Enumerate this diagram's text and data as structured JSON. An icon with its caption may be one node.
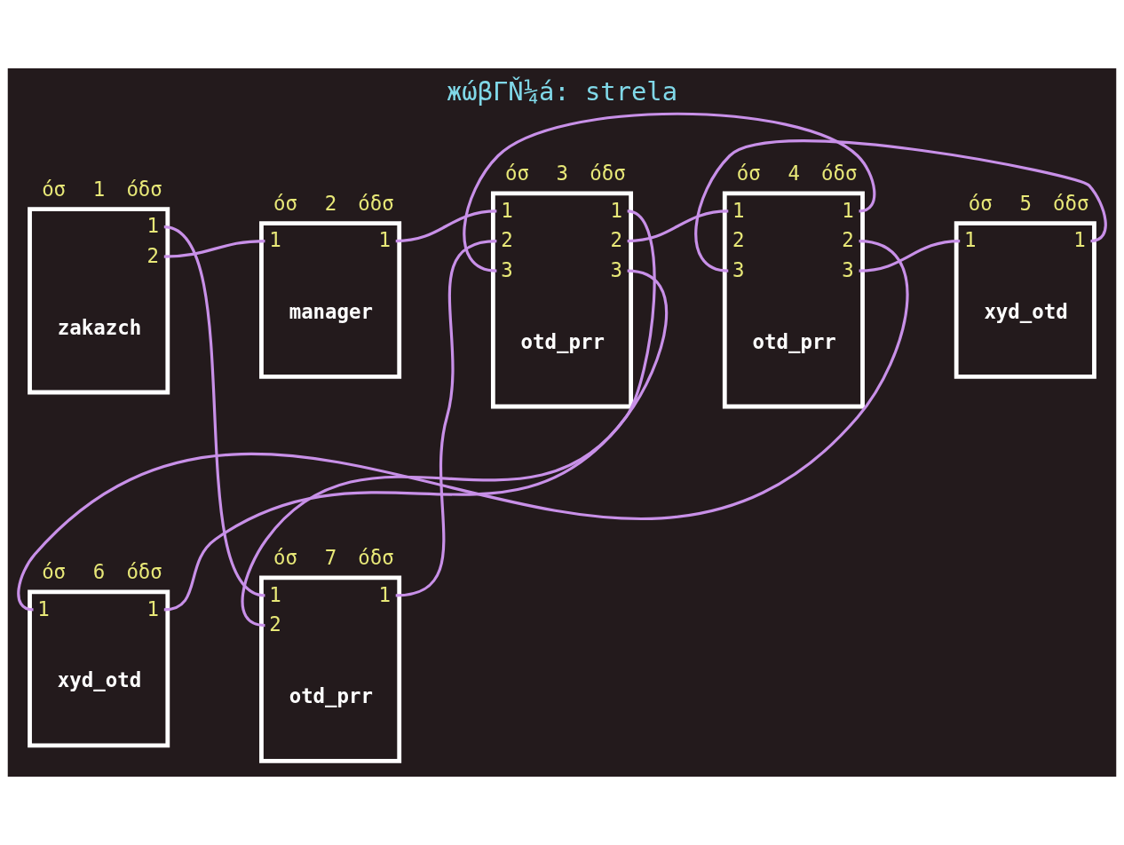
{
  "diagram": {
    "title": "жώβΓŇ¼á: strela",
    "nodes": [
      {
        "text": [
          "óσ",
          "1",
          "óδσ",
          "1",
          "2",
          "zakazch"
        ]
      },
      {
        "text": [
          "óσ",
          "2",
          "óδσ",
          "1",
          "1",
          "manager"
        ]
      },
      {
        "text": [
          "óσ",
          "3",
          "óδσ",
          "1",
          "1",
          "2",
          "2",
          "3",
          "3",
          "otd_prr"
        ]
      },
      {
        "text": [
          "óσ",
          "4",
          "óδσ",
          "1",
          "1",
          "2",
          "2",
          "3",
          "3",
          "otd_prr"
        ]
      },
      {
        "text": [
          "óσ",
          "5",
          "óδσ",
          "1",
          "1",
          "xyd_otd"
        ]
      },
      {
        "text": [
          "óσ",
          "6",
          "óδσ",
          "1",
          "1",
          "xyd_otd"
        ]
      },
      {
        "text": [
          "óσ",
          "7",
          "óδσ",
          "1",
          "1",
          "2",
          "otd_prr"
        ]
      }
    ],
    "edges": [
      {
        "from": 0,
        "to": 1,
        "arrow": "none"
      },
      {
        "from": 0,
        "to": 6,
        "arrow": "none"
      },
      {
        "from": 1,
        "to": 2,
        "arrow": "none"
      },
      {
        "from": 2,
        "to": 6,
        "arrow": "none"
      },
      {
        "from": 2,
        "to": 6,
        "arrow": "none"
      },
      {
        "from": 2,
        "to": 3,
        "arrow": "none"
      },
      {
        "from": 2,
        "to": 3,
        "arrow": "none"
      },
      {
        "from": 5,
        "to": 3,
        "arrow": "none"
      },
      {
        "from": 5,
        "to": 2,
        "arrow": "none"
      },
      {
        "from": 3,
        "to": 4,
        "arrow": "none"
      },
      {
        "from": 3,
        "to": 4,
        "arrow": "none"
      }
    ]
  }
}
